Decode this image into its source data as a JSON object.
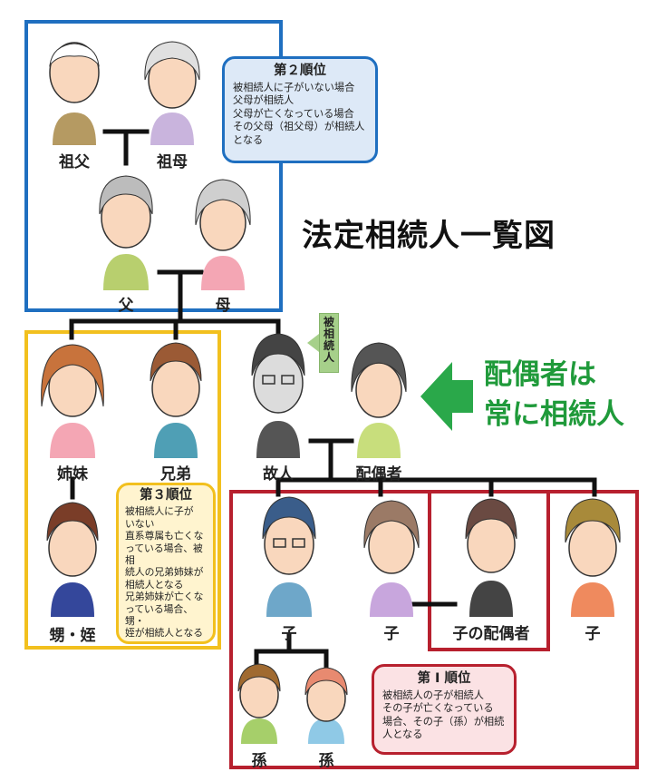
{
  "title": "法定相続人一覧図",
  "spouse_note": {
    "line1": "配偶者は",
    "line2": "常に相続人"
  },
  "deceased_tag": "被相続人",
  "persons": {
    "grandfather": "祖父",
    "grandmother": "祖母",
    "father": "父",
    "mother": "母",
    "sister": "姉妹",
    "brother": "兄弟",
    "nephew_niece": "甥・姪",
    "deceased": "故人",
    "spouse": "配偶者",
    "child1": "子",
    "child2": "子",
    "child_spouse": "子の配偶者",
    "child3": "子",
    "grandchild1": "孫",
    "grandchild2": "孫"
  },
  "boxes": {
    "rank2": {
      "heading": "第２順位",
      "text": "被相続人に子がいない場合\n父母が相続人\n父母が亡くなっている場合\nその父母（祖父母）が相続人\nとなる"
    },
    "rank3": {
      "heading": "第３順位",
      "text": "被相続人に子が\nいない\n直系尊属も亡くな\nっている場合、被相\n続人の兄弟姉妹が\n相続人となる\n兄弟姉妹が亡くな\nっている場合、甥・\n姪が相続人となる"
    },
    "rank1": {
      "heading": "第 I 順位",
      "text": "被相続人の子が相続人\nその子が亡くなっている\n場合、その子（孫）が相続\n人となる"
    }
  },
  "colors": {
    "rank2": "#1f6fc0",
    "rank3": "#f2c01e",
    "rank1": "#b7202e",
    "spouse_green": "#1f9a3a"
  }
}
